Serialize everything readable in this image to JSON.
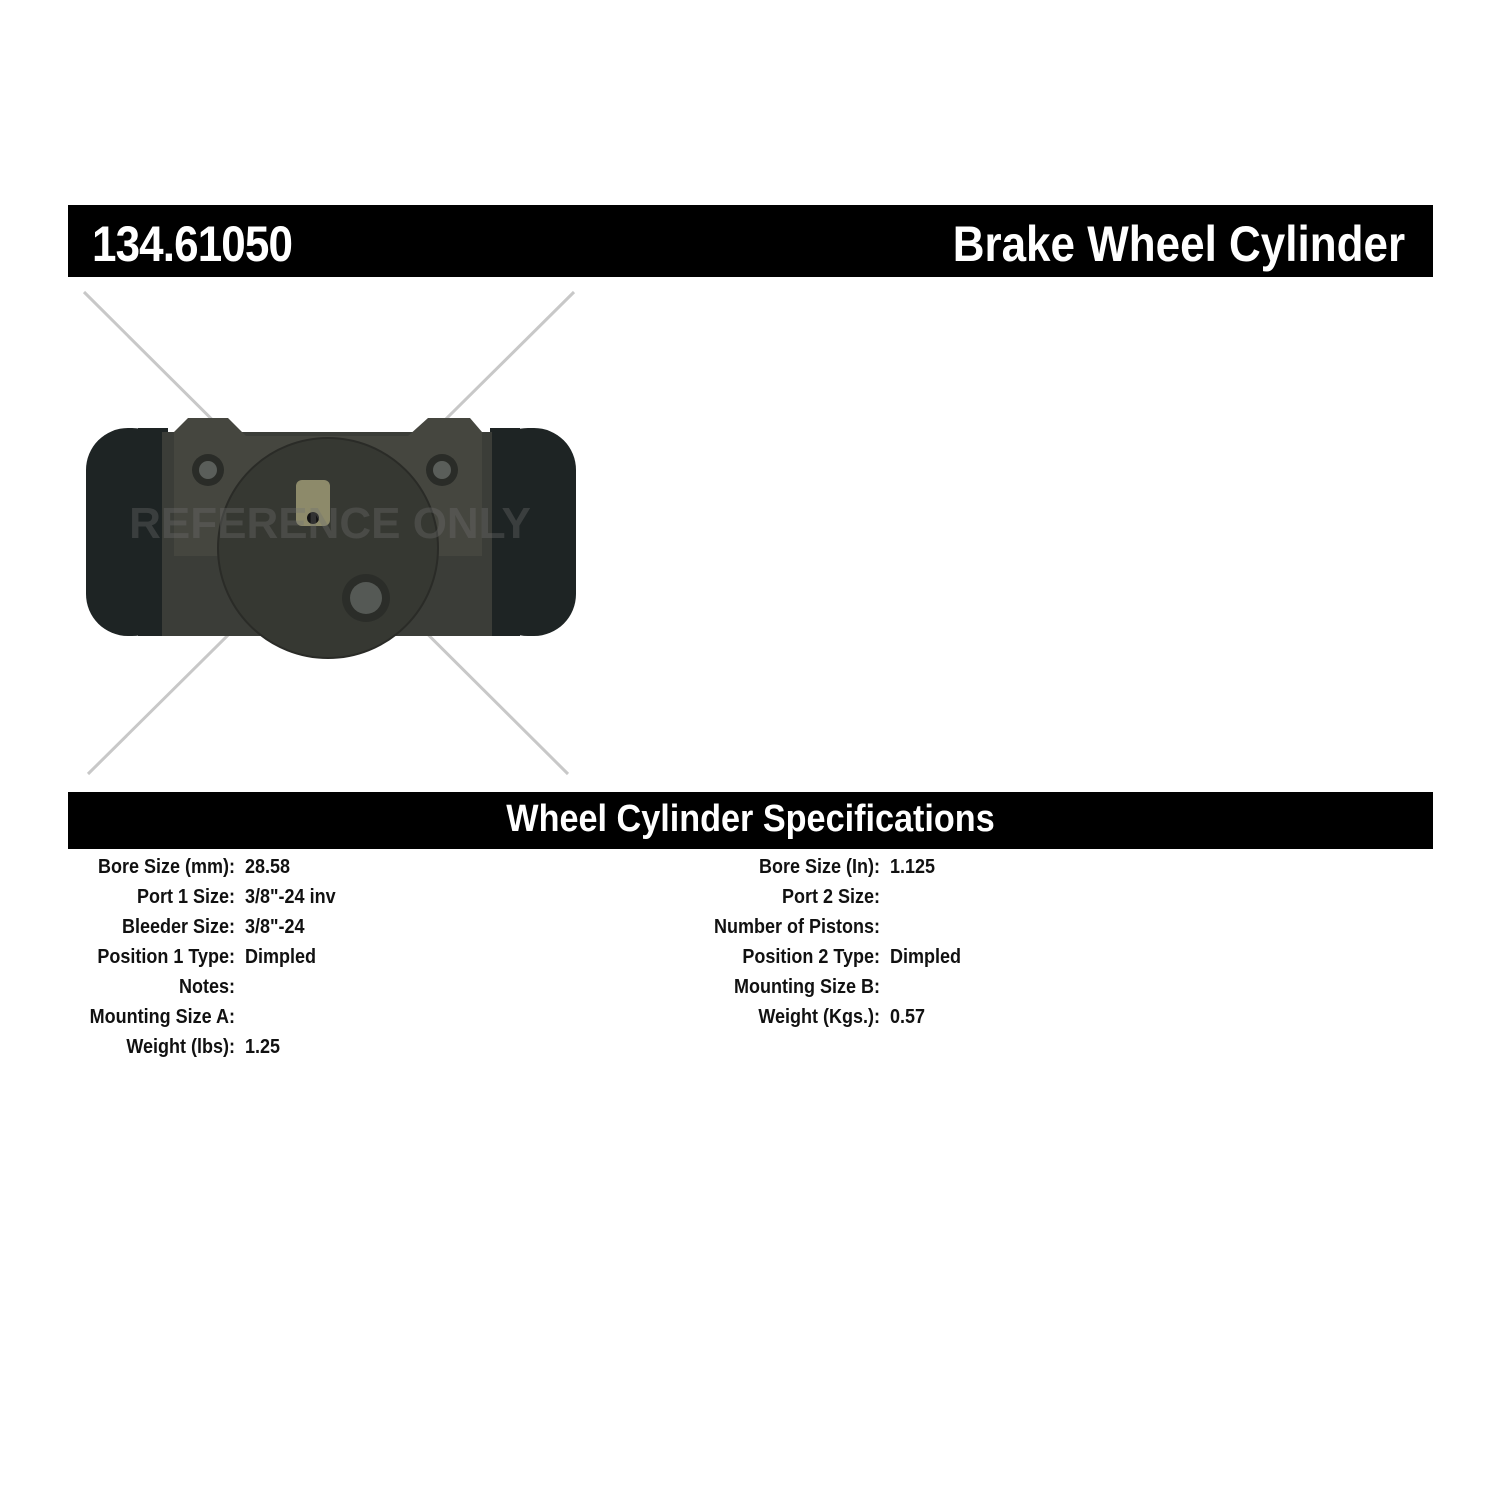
{
  "header": {
    "part_number": "134.61050",
    "product_name": "Brake Wheel Cylinder"
  },
  "image": {
    "alt": "Brake wheel cylinder product photo",
    "watermark": "REFERENCE ONLY"
  },
  "specs_section": {
    "title": "Wheel Cylinder Specifications",
    "left": [
      {
        "label": "Bore Size (mm):",
        "value": "28.58"
      },
      {
        "label": "Port 1 Size:",
        "value": "3/8\"-24 inv"
      },
      {
        "label": "Bleeder Size:",
        "value": "3/8\"-24"
      },
      {
        "label": "Position 1 Type:",
        "value": "Dimpled"
      },
      {
        "label": "Notes:",
        "value": ""
      },
      {
        "label": "Mounting Size A:",
        "value": ""
      },
      {
        "label": "Weight (lbs):",
        "value": "1.25"
      }
    ],
    "right": [
      {
        "label": "Bore Size (In):",
        "value": "1.125"
      },
      {
        "label": "Port 2 Size:",
        "value": ""
      },
      {
        "label": "Number of Pistons:",
        "value": ""
      },
      {
        "label": "Position 2 Type:",
        "value": "Dimpled"
      },
      {
        "label": "Mounting Size B:",
        "value": ""
      },
      {
        "label": "Weight (Kgs.):",
        "value": "0.57"
      }
    ]
  }
}
